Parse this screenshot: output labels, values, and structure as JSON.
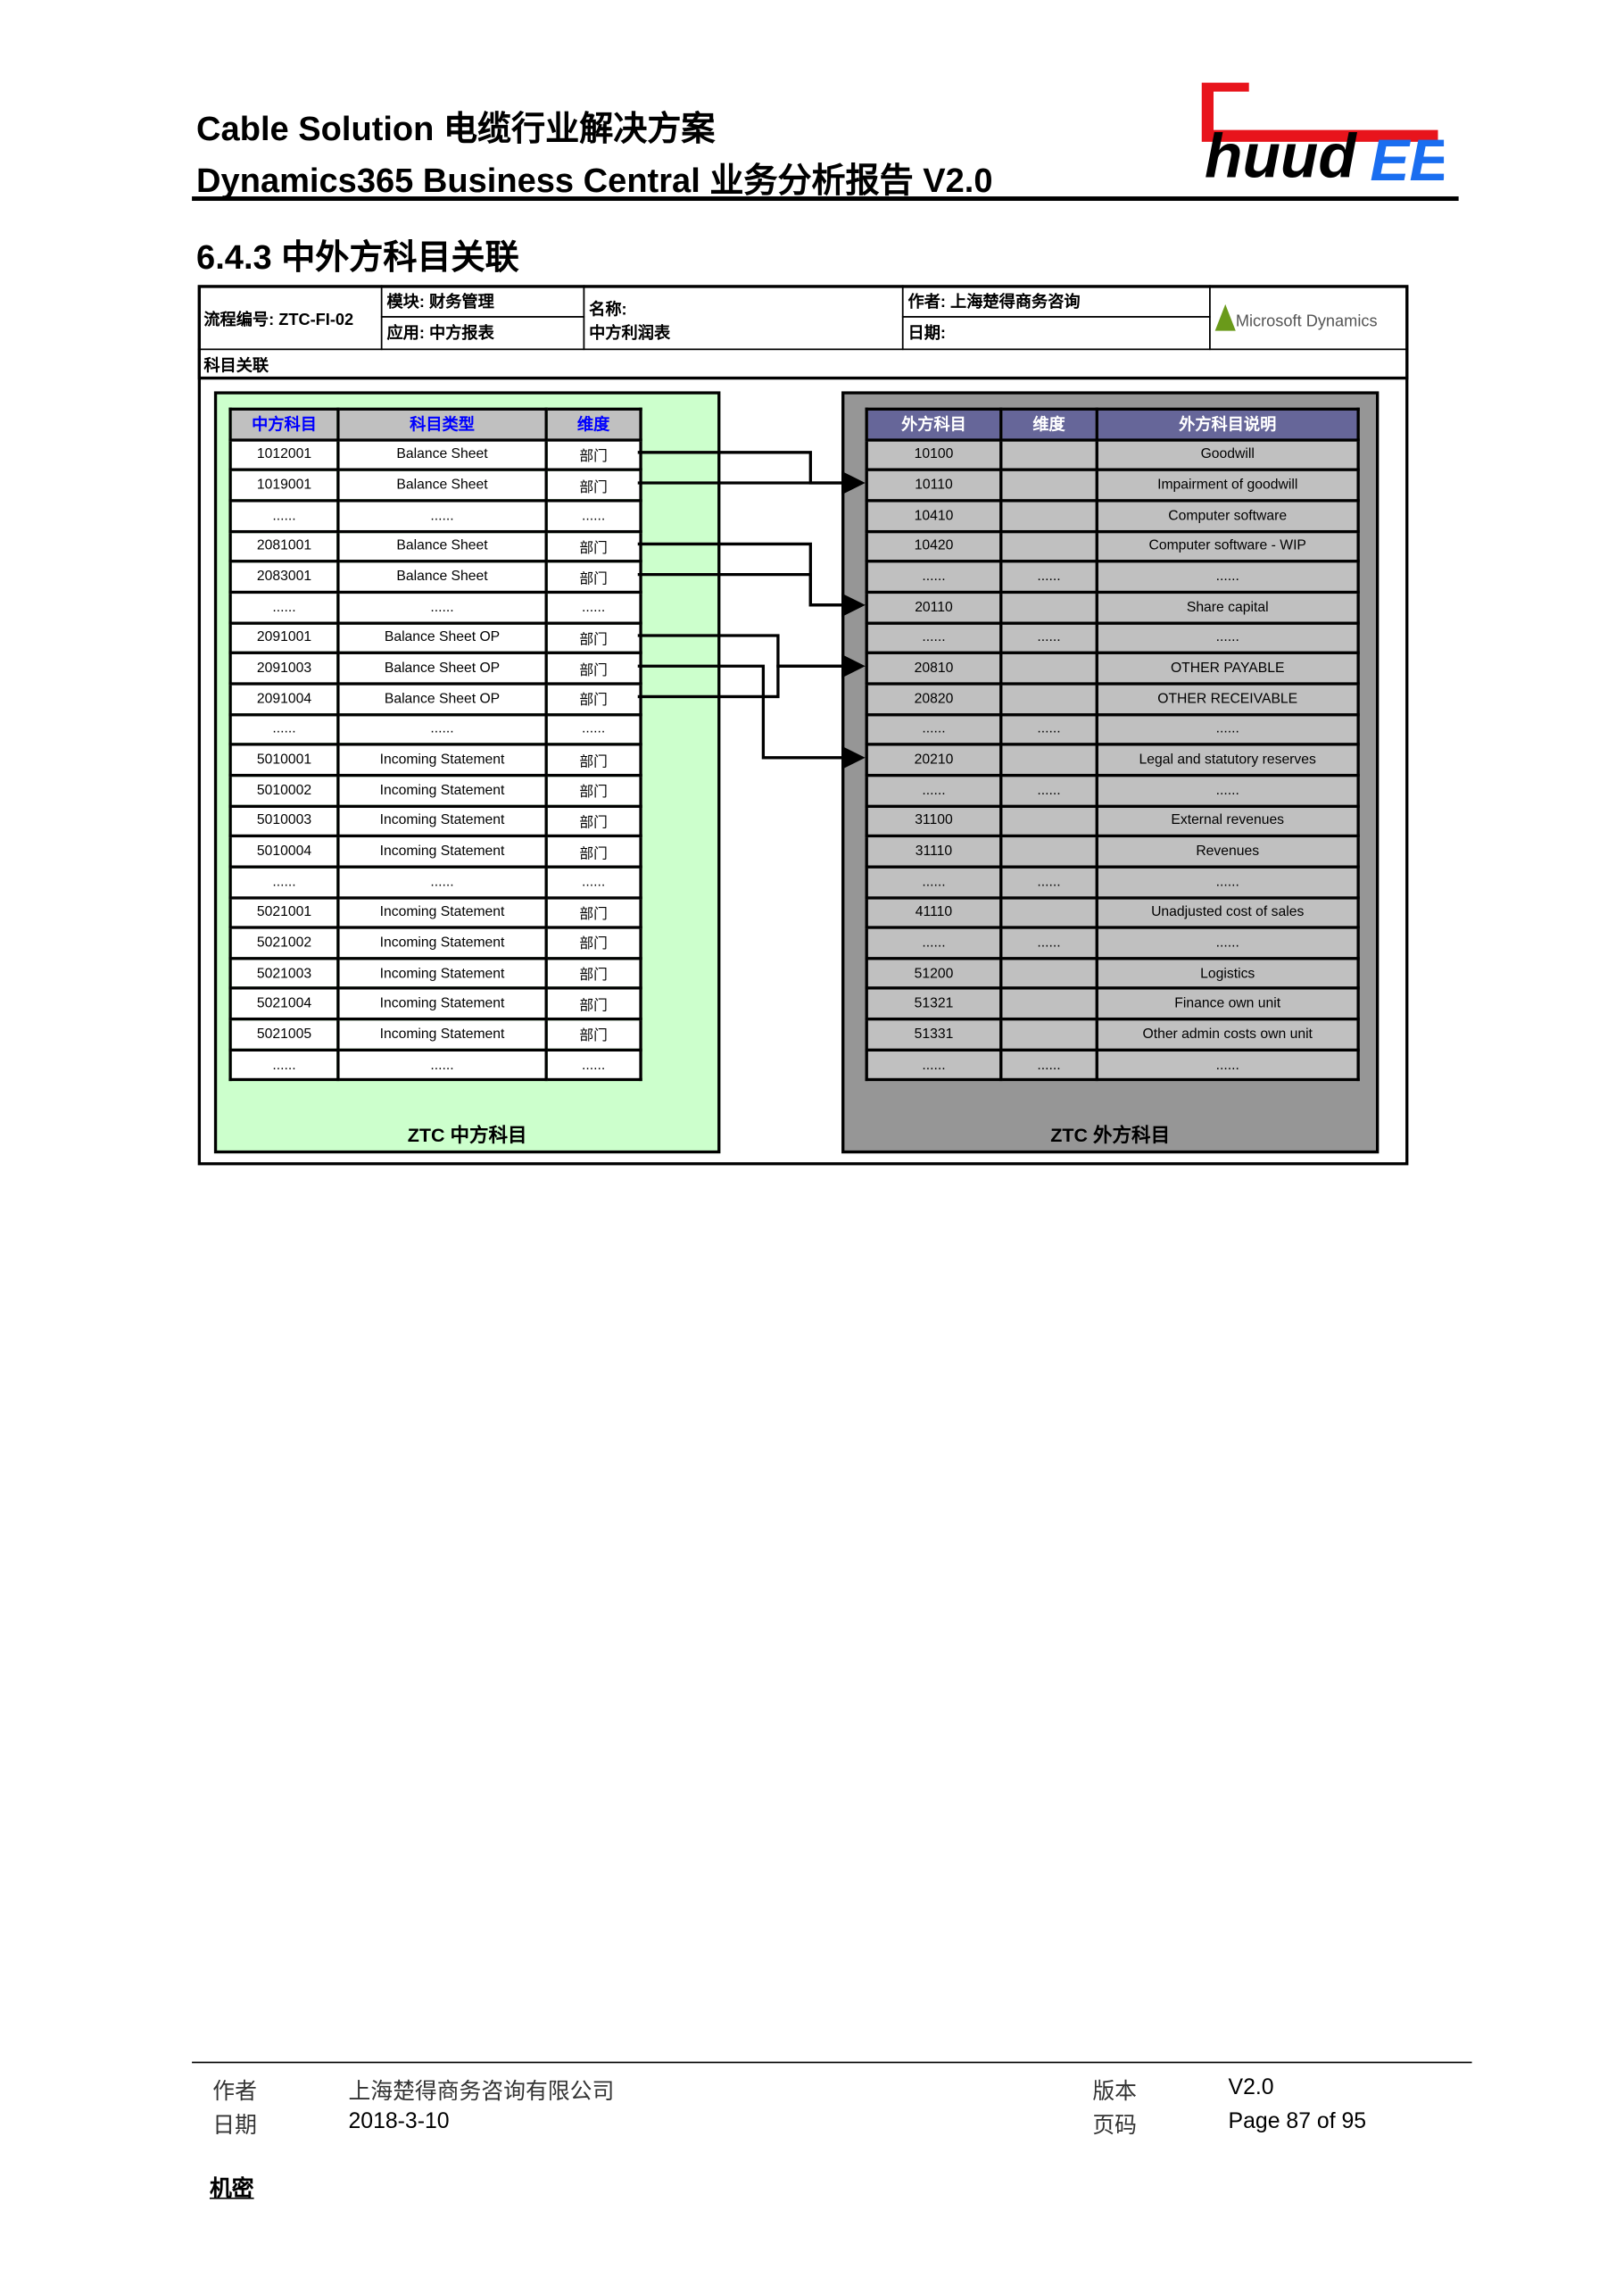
{
  "header": {
    "line1": "Cable Solution 电缆行业解决方案",
    "line2": "Dynamics365 Business Central 业务分析报告 V2.0",
    "logo_text": "ChuudEE"
  },
  "section_title": "6.4.3  中外方科目关联",
  "info": {
    "process_no": "流程编号: ZTC-FI-02",
    "module": "模块: 财务管理",
    "application": "应用: 中方报表",
    "name_label": "名称:",
    "name_value": "中方利润表",
    "author": "作者: 上海楚得商务咨询",
    "date": "日期:",
    "ms_logo": "Microsoft Dynamics",
    "subtitle": "科目关联"
  },
  "left_table": {
    "caption": "ZTC 中方科目",
    "headers": [
      "中方科目",
      "科目类型",
      "维度"
    ],
    "rows": [
      [
        "1012001",
        "Balance Sheet",
        "部门"
      ],
      [
        "1019001",
        "Balance Sheet",
        "部门"
      ],
      [
        "......",
        "......",
        "......"
      ],
      [
        "2081001",
        "Balance Sheet",
        "部门"
      ],
      [
        "2083001",
        "Balance Sheet",
        "部门"
      ],
      [
        "......",
        "......",
        "......"
      ],
      [
        "2091001",
        "Balance Sheet OP",
        "部门"
      ],
      [
        "2091003",
        "Balance Sheet OP",
        "部门"
      ],
      [
        "2091004",
        "Balance Sheet OP",
        "部门"
      ],
      [
        "......",
        "......",
        "......"
      ],
      [
        "5010001",
        "Incoming Statement",
        "部门"
      ],
      [
        "5010002",
        "Incoming Statement",
        "部门"
      ],
      [
        "5010003",
        "Incoming Statement",
        "部门"
      ],
      [
        "5010004",
        "Incoming Statement",
        "部门"
      ],
      [
        "......",
        "......",
        "......"
      ],
      [
        "5021001",
        "Incoming Statement",
        "部门"
      ],
      [
        "5021002",
        "Incoming Statement",
        "部门"
      ],
      [
        "5021003",
        "Incoming Statement",
        "部门"
      ],
      [
        "5021004",
        "Incoming Statement",
        "部门"
      ],
      [
        "5021005",
        "Incoming Statement",
        "部门"
      ],
      [
        "......",
        "......",
        "......"
      ]
    ]
  },
  "right_table": {
    "caption": "ZTC 外方科目",
    "headers": [
      "外方科目",
      "维度",
      "外方科目说明"
    ],
    "rows": [
      [
        "10100",
        "",
        "Goodwill"
      ],
      [
        "10110",
        "",
        "Impairment of goodwill"
      ],
      [
        "10410",
        "",
        "Computer software"
      ],
      [
        "10420",
        "",
        "Computer software - WIP"
      ],
      [
        "......",
        "......",
        "......"
      ],
      [
        "20110",
        "",
        "Share capital"
      ],
      [
        "......",
        "......",
        "......"
      ],
      [
        "20810",
        "",
        "OTHER PAYABLE"
      ],
      [
        "20820",
        "",
        "OTHER RECEIVABLE"
      ],
      [
        "......",
        "......",
        "......"
      ],
      [
        "20210",
        "",
        "Legal and statutory reserves"
      ],
      [
        "......",
        "......",
        "......"
      ],
      [
        "31100",
        "",
        "External revenues"
      ],
      [
        "31110",
        "",
        "Revenues"
      ],
      [
        "......",
        "......",
        "......"
      ],
      [
        "41110",
        "",
        "Unadjusted cost of sales"
      ],
      [
        "......",
        "......",
        "......"
      ],
      [
        "51200",
        "",
        "Logistics"
      ],
      [
        "51321",
        "",
        "Finance own unit"
      ],
      [
        "51331",
        "",
        "Other admin costs own unit"
      ],
      [
        "......",
        "......",
        "......"
      ]
    ]
  },
  "mappings": [
    {
      "from": "1012001",
      "to": "10110"
    },
    {
      "from": "1019001",
      "to": "10110"
    },
    {
      "from": "2081001",
      "to": "20110"
    },
    {
      "from": "2083001",
      "to": "20110"
    },
    {
      "from": "2091001",
      "to": "20810"
    },
    {
      "from": "2091004",
      "to": "20810"
    },
    {
      "from": "2091003",
      "to": "20210"
    }
  ],
  "footer": {
    "author_label": "作者",
    "author_value": "上海楚得商务咨询有限公司",
    "date_label": "日期",
    "date_value": "2018-3-10",
    "version_label": "版本",
    "version_value": "V2.0",
    "page_label": "页码",
    "page_value": "Page 87 of 95",
    "confidential": "机密"
  },
  "colors": {
    "green_panel": "#ccffcc",
    "gray_panel": "#969696",
    "right_header": "#666699",
    "left_header_text": "#0000ff",
    "logo_red": "#e8141c",
    "logo_blue": "#1a6ef0"
  }
}
